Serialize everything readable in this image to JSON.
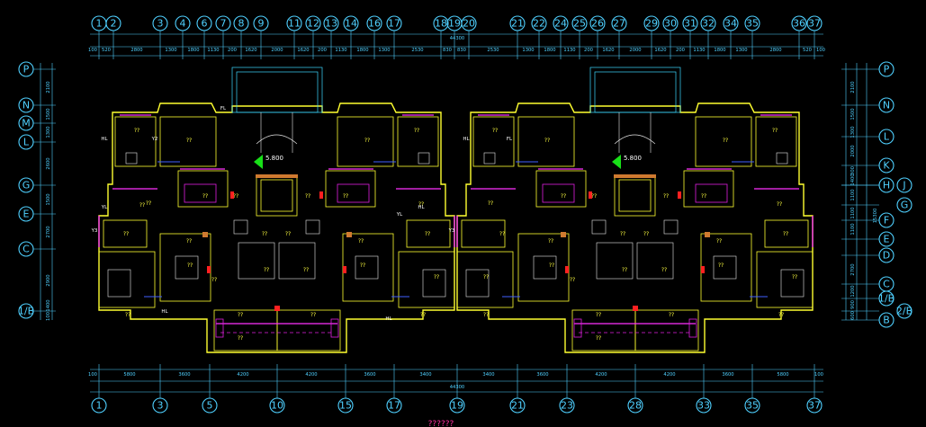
{
  "drawing_title": "??????",
  "top_axes": [
    "1",
    "2",
    "3",
    "4",
    "6",
    "7",
    "8",
    "9",
    "11",
    "12",
    "13",
    "14",
    "16",
    "17",
    "18",
    "19",
    "20",
    "21",
    "22",
    "24",
    "25",
    "26",
    "27",
    "29",
    "30",
    "31",
    "32",
    "34",
    "35",
    "36",
    "37"
  ],
  "bottom_axes": [
    "1",
    "3",
    "5",
    "10",
    "15",
    "17",
    "19",
    "21",
    "23",
    "28",
    "33",
    "35",
    "37"
  ],
  "left_axes": [
    "P",
    "N",
    "M",
    "L",
    "G",
    "E",
    "C",
    "1/B"
  ],
  "right_axes": [
    "P",
    "N",
    "L",
    "K",
    "J",
    "H",
    "G",
    "F",
    "E",
    "D",
    "C",
    "1/B",
    "2/B",
    "B"
  ],
  "top_dims": [
    "100",
    "520",
    "2800",
    "1300",
    "1800",
    "1130",
    "200",
    "1620",
    "2000",
    "1620",
    "200",
    "1130",
    "1800",
    "1300",
    "2530",
    "830",
    "830",
    "2530",
    "1300",
    "1800",
    "1130",
    "200",
    "1620",
    "2000",
    "1620",
    "200",
    "1130",
    "1800",
    "1300",
    "2800",
    "520",
    "100"
  ],
  "top_total": "44300",
  "bottom_dims": [
    "100",
    "5800",
    "3600",
    "4200",
    "4200",
    "3600",
    "3400",
    "3400",
    "3600",
    "4200",
    "4200",
    "3600",
    "5800",
    "100"
  ],
  "bottom_total": "44300",
  "left_dims": [
    "2100",
    "1500",
    "1300",
    "2600",
    "1500",
    "2700",
    "2900",
    "1400",
    "100"
  ],
  "right_dims": [
    "2100",
    "1500",
    "1300",
    "2000",
    "300",
    "1400",
    "1100",
    "1100",
    "1100",
    "2700",
    "1200",
    "900",
    "600"
  ],
  "right_total": "15300",
  "elevation_labels": [
    "5.800",
    "5.800"
  ],
  "room_label": "??",
  "small_tags": [
    "HL",
    "YL",
    "FL",
    "Y2",
    "Y3",
    "HL",
    "HL",
    "HL",
    "YL",
    "FL",
    "Y3",
    "HL"
  ]
}
